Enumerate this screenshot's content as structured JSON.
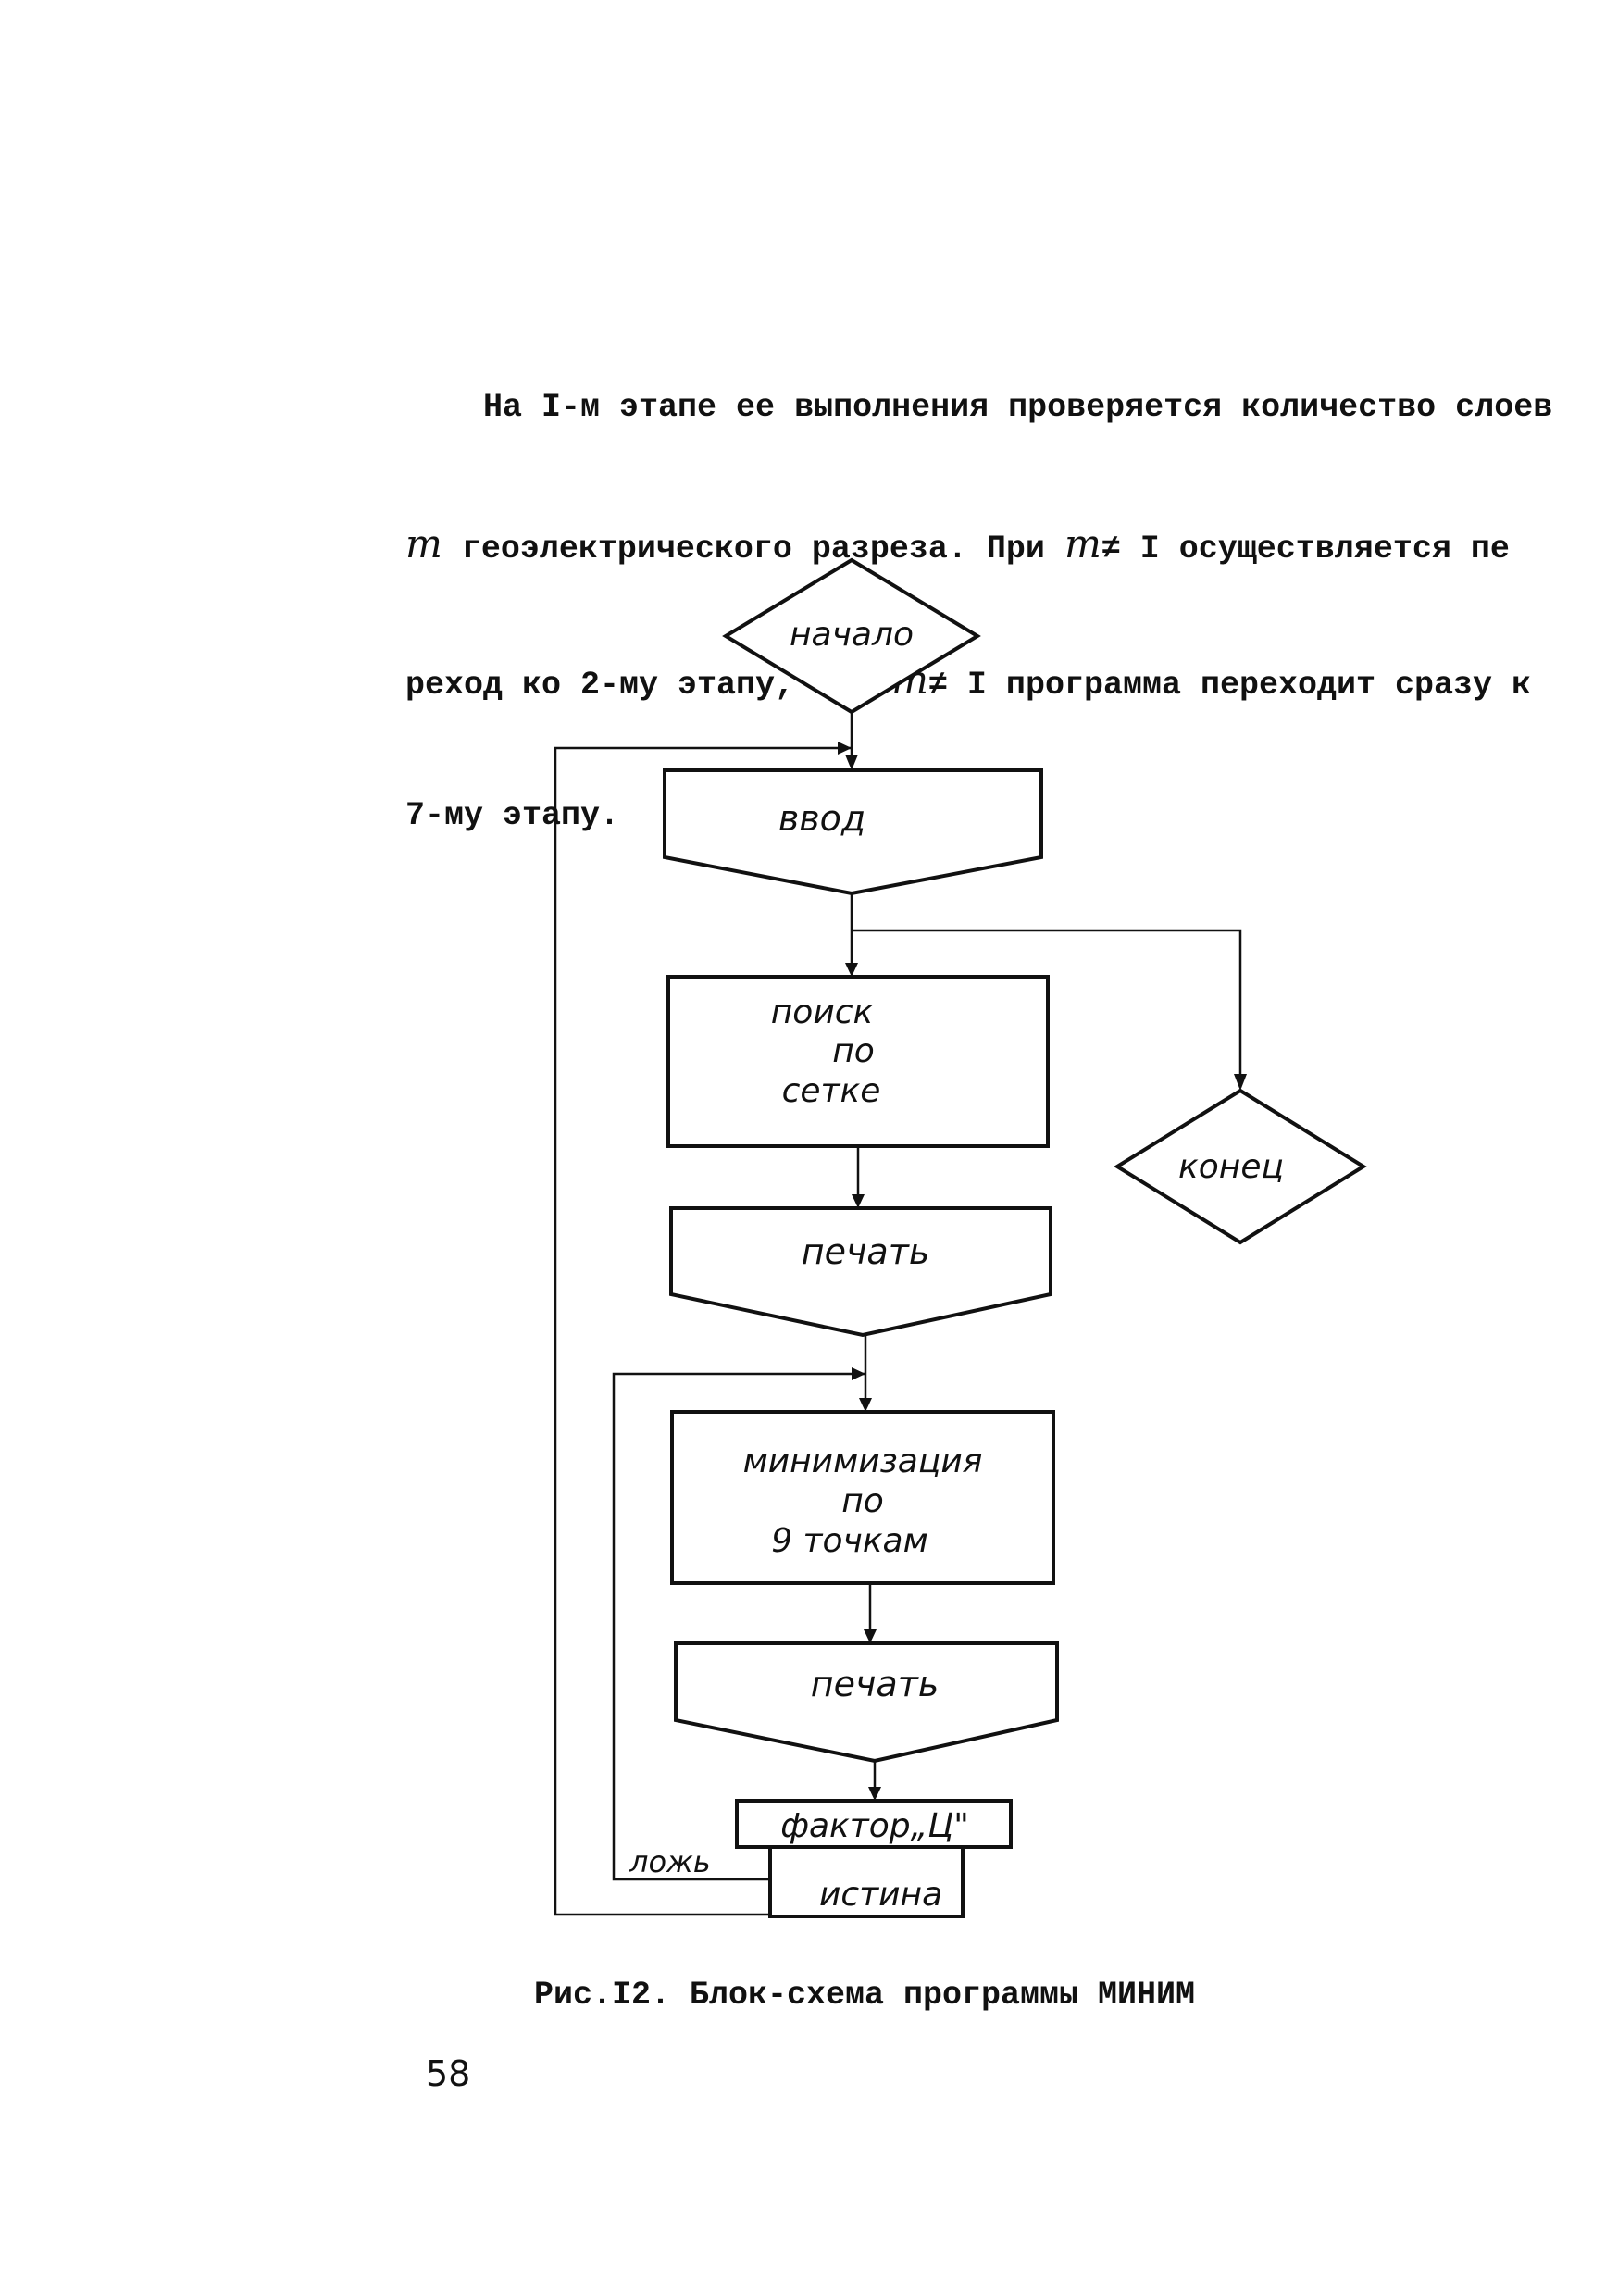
{
  "paragraph": {
    "line1": "    На I-м этапе ее выполнения проверяется количество слоев",
    "line2_var": "m",
    "line2": " геоэлектрического разреза. При ",
    "line2_var2": "m",
    "line2_end": "≠ I осуществляется пе",
    "line3_a": "реход ко 2-му этапу, при ",
    "line3_var": "m",
    "line3_b": "≠ I программа переходит сразу к",
    "line4": "7-му этапу."
  },
  "flowchart": {
    "start": "начало",
    "input": "ввод",
    "grid_search": [
      "поиск",
      "по",
      "сетке"
    ],
    "end": "конец",
    "print1": "печать",
    "minimization": [
      "минимизация",
      "по",
      "9 точкам"
    ],
    "print2": "печать",
    "factor": "фактор„Ц\"",
    "false_label": "ложь",
    "true_label": "истина"
  },
  "caption": "Рис.I2. Блок-схема программы МИНИМ",
  "page_number": "58"
}
